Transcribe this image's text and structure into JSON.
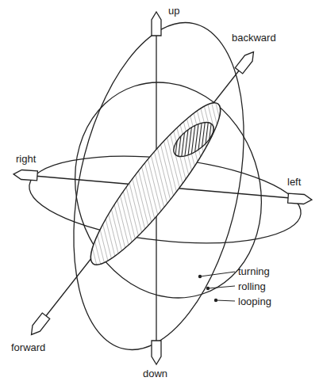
{
  "diagram": {
    "labels": [
      "up",
      "backward",
      "right",
      "left",
      "turning",
      "rolling",
      "looping",
      "forward",
      "down"
    ]
  }
}
